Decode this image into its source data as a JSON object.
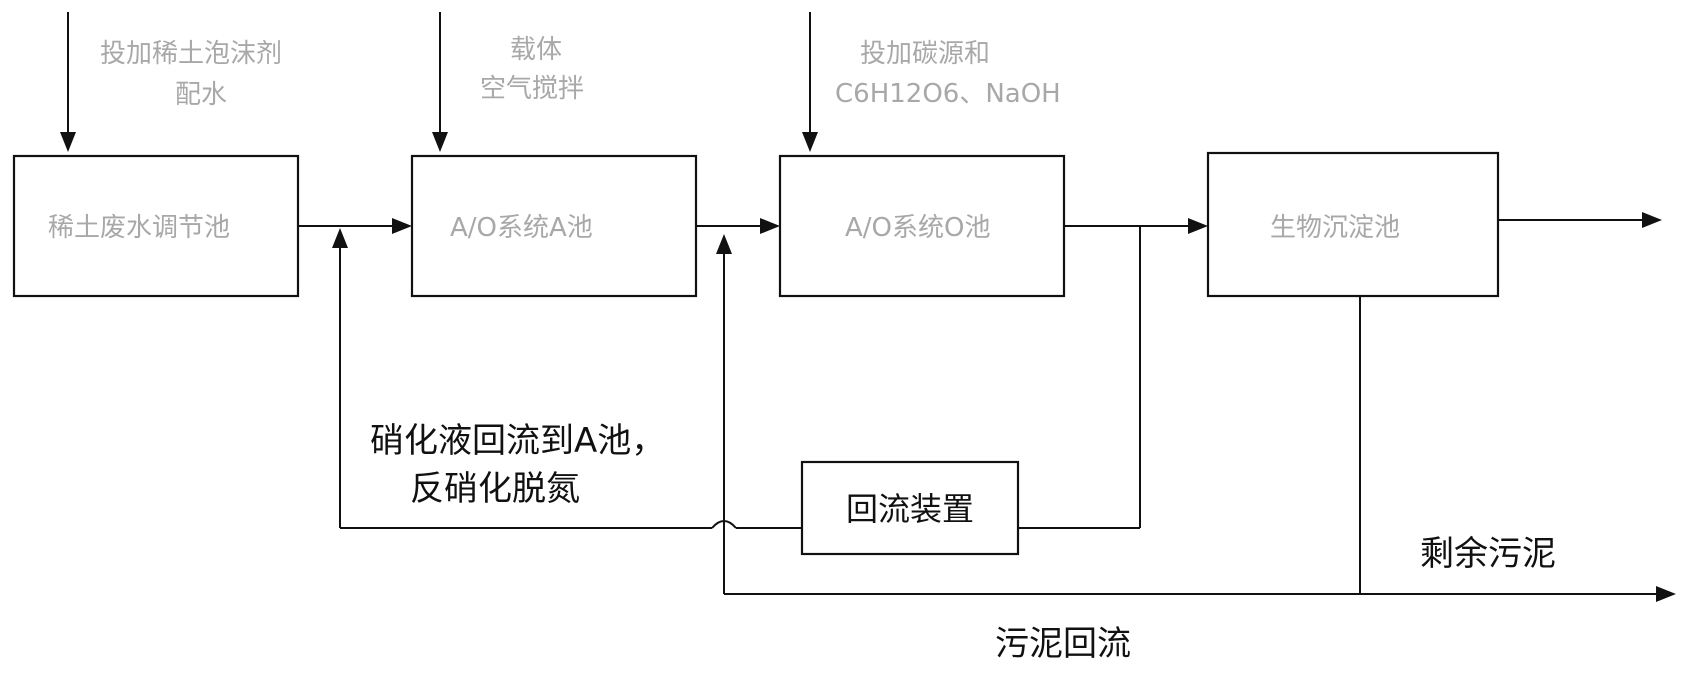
{
  "inputs": {
    "input_1": {
      "line1": "投加稀土泡沫剂",
      "line2": "配水"
    },
    "input_2": {
      "line1": "载体",
      "line2": "空气搅拌"
    },
    "input_3": {
      "line1": "投加碳源和",
      "line2": "C6H12O6、NaOH"
    }
  },
  "boxes": {
    "box_1": "稀土废水调节池",
    "box_2": "A/O系统A池",
    "box_3": "A/O系统O池",
    "box_4": "生物沉淀池",
    "reflux_device": "回流装置"
  },
  "labels": {
    "nitrification_reflux_line1": "硝化液回流到A池，",
    "nitrification_reflux_line2": "反硝化脱氮",
    "excess_sludge": "剩余污泥",
    "sludge_reflux": "污泥回流"
  }
}
